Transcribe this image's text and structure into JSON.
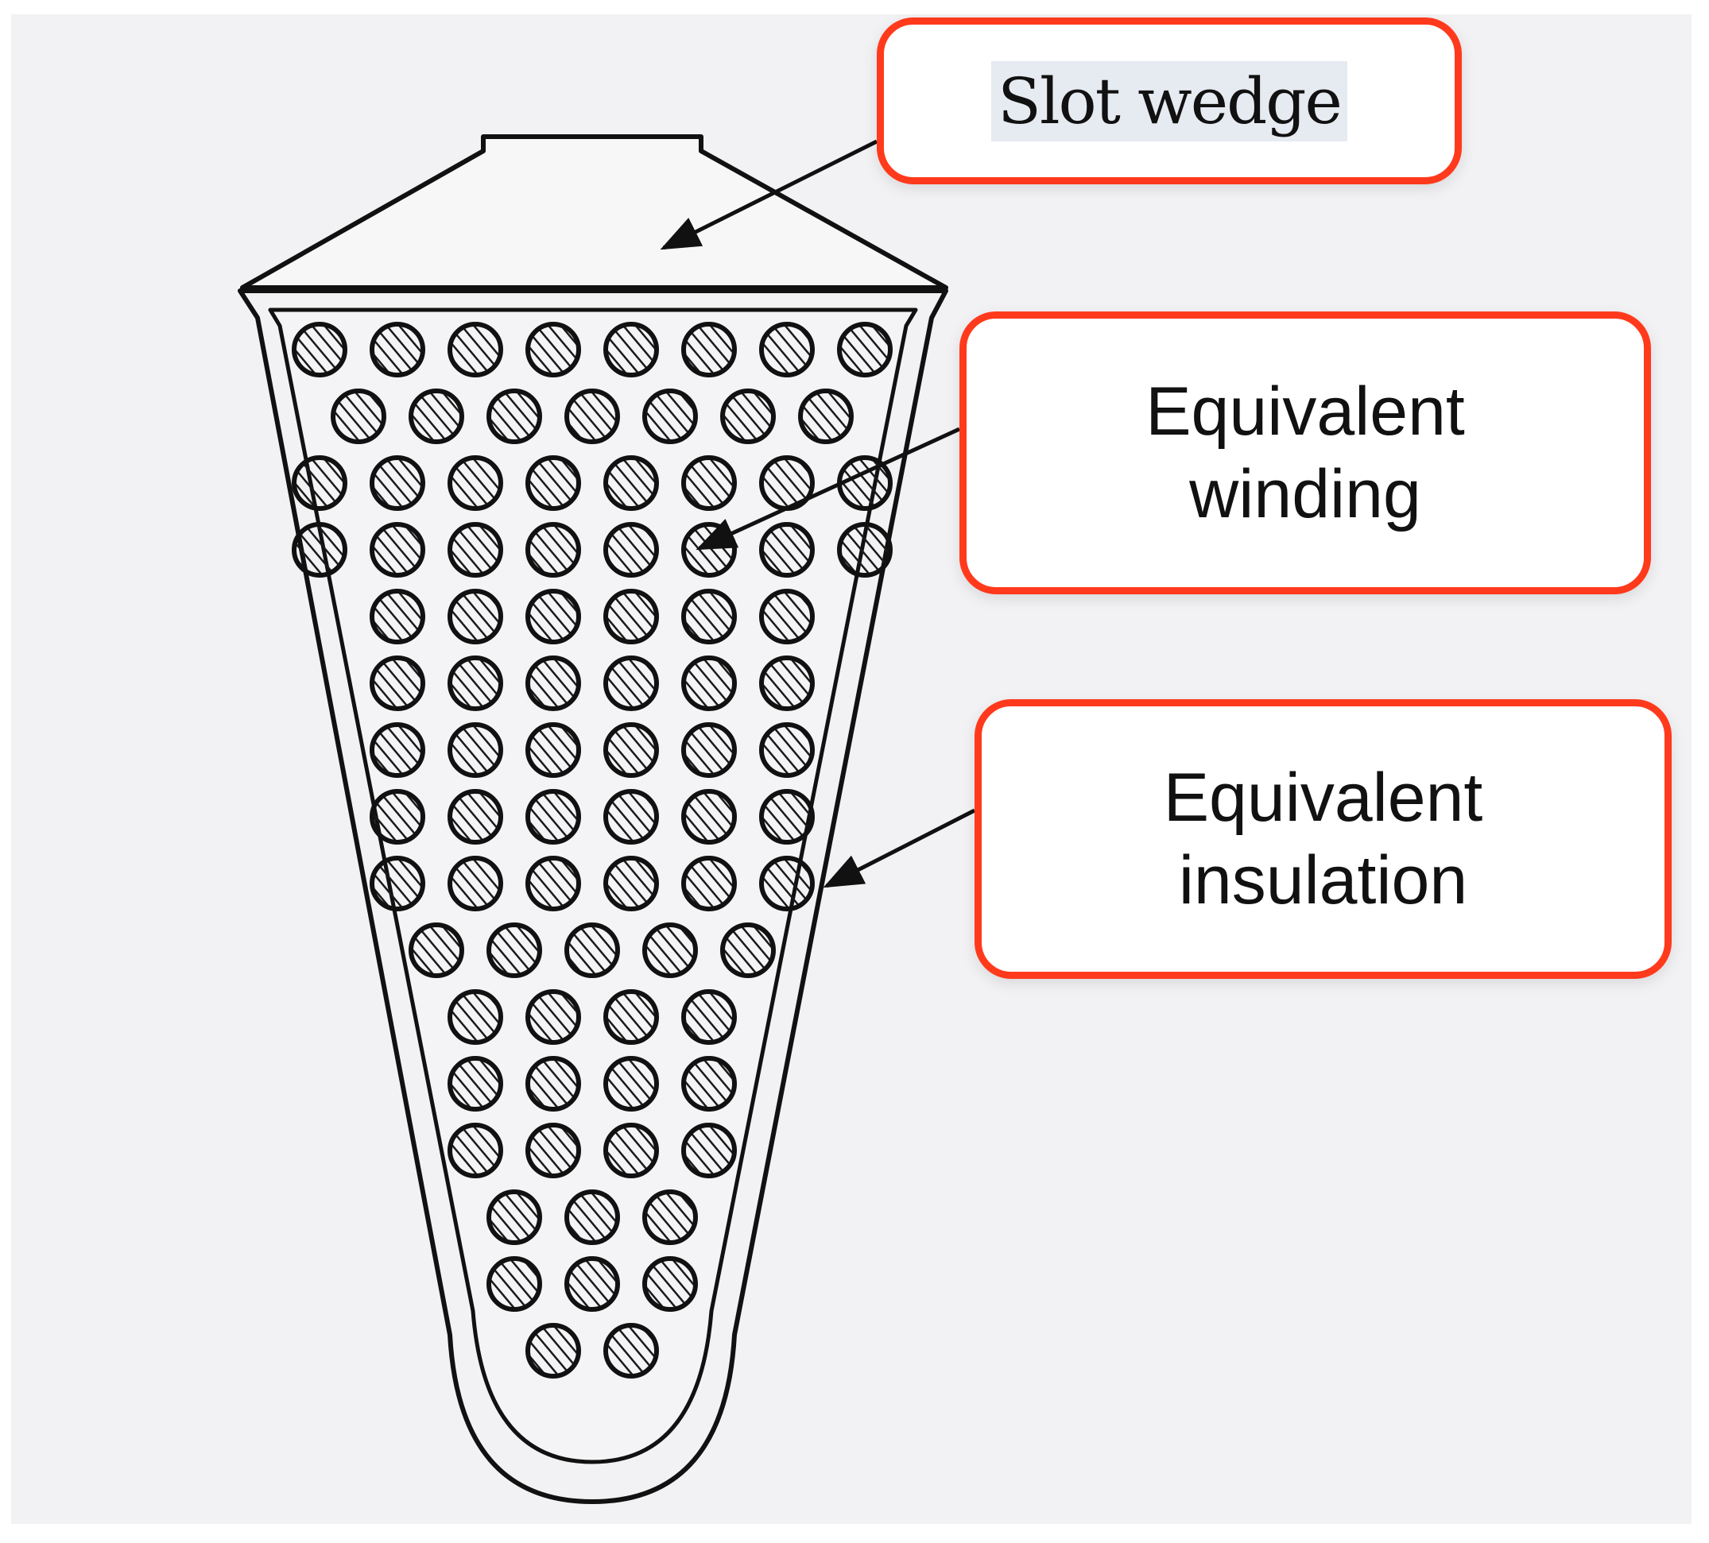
{
  "diagram": {
    "labels": {
      "slot_wedge": "Slot wedge",
      "winding": "Equivalent\nwinding",
      "insulation": "Equivalent\ninsulation"
    },
    "colors": {
      "callout_border": "#ff3a1c",
      "background": "#f2f2f4",
      "line": "#111111"
    },
    "conductor_rows": [
      8,
      7,
      8,
      8,
      6,
      6,
      6,
      6,
      6,
      5,
      4,
      4,
      4,
      3,
      3,
      2
    ]
  }
}
